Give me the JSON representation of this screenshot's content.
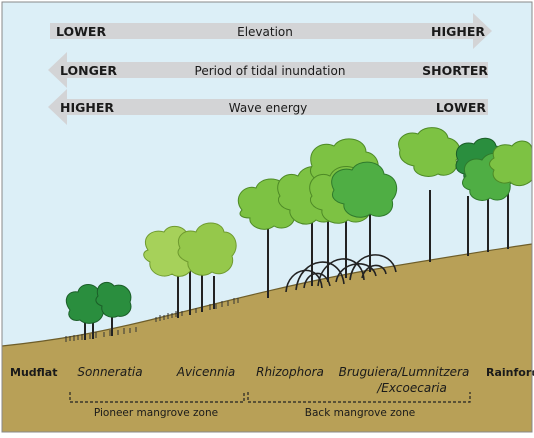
{
  "gradients": [
    {
      "left": "LOWER",
      "center": "Elevation",
      "right": "HIGHER",
      "direction": "right"
    },
    {
      "left": "LONGER",
      "center": "Period of tidal inundation",
      "right": "SHORTER",
      "direction": "left"
    },
    {
      "left": "HIGHER",
      "center": "Wave energy",
      "right": "LOWER",
      "direction": "left"
    }
  ],
  "zones": {
    "mudflat": "Mudflat",
    "sonneratia": "Sonneratia",
    "avicennia": "Avicennia",
    "rhizophora": "Rhizophora",
    "bruguiera_line1": "Bruguiera/Lumnitzera",
    "bruguiera_line2": "/Excoecaria",
    "rainforest": "Rainforest"
  },
  "groups": {
    "pioneer": "Pioneer mangrove zone",
    "back": "Back mangrove zone"
  },
  "colors": {
    "sky": "#dceff7",
    "ground": "#b8a057",
    "arrow": "#d3d4d6",
    "dark_green": "#2a8e3e",
    "mid_green": "#4fae44",
    "light_green": "#95c84b",
    "bright_green": "#7dc243"
  }
}
